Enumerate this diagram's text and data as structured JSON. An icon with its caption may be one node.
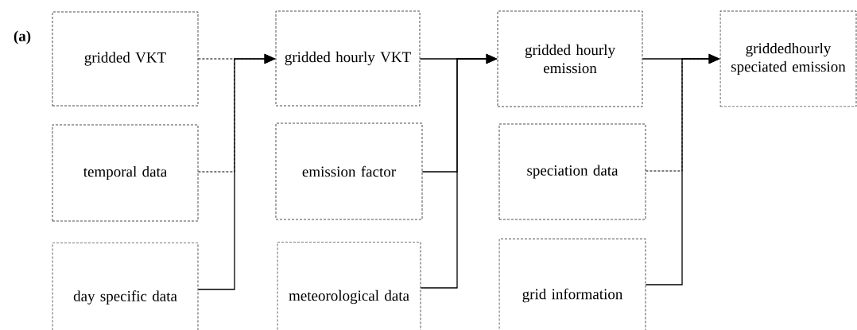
{
  "diagram": {
    "nodes": [
      {
        "text": [
          "gridded VKT"
        ]
      },
      {
        "text": [
          "temporal data"
        ]
      },
      {
        "text": [
          "day specific data"
        ]
      },
      {
        "text": [
          "gridded hourly VKT"
        ]
      },
      {
        "text": [
          "emission factor"
        ]
      },
      {
        "text": [
          "meteorological data"
        ]
      },
      {
        "text": [
          "gridded hourly emission"
        ]
      },
      {
        "text": [
          "speciation data"
        ]
      },
      {
        "text": [
          "grid information"
        ]
      },
      {
        "text": [
          "griddedhourly speciated emission"
        ]
      }
    ],
    "edges": [
      {
        "from": 0,
        "to": 3,
        "arrow": "to",
        "style": "dashed"
      },
      {
        "from": 1,
        "to": 3,
        "arrow": "to",
        "style": "dashed"
      },
      {
        "from": 2,
        "to": 3,
        "arrow": "to"
      },
      {
        "from": 3,
        "to": 6,
        "arrow": "to"
      },
      {
        "from": 4,
        "to": 6,
        "arrow": "to"
      },
      {
        "from": 5,
        "to": 6,
        "arrow": "to"
      },
      {
        "from": 6,
        "to": 9,
        "arrow": "to"
      },
      {
        "from": 7,
        "to": 9,
        "arrow": "to",
        "style": "dashed"
      },
      {
        "from": 8,
        "to": 9,
        "arrow": "to"
      }
    ],
    "labels": [
      "(a)"
    ]
  }
}
